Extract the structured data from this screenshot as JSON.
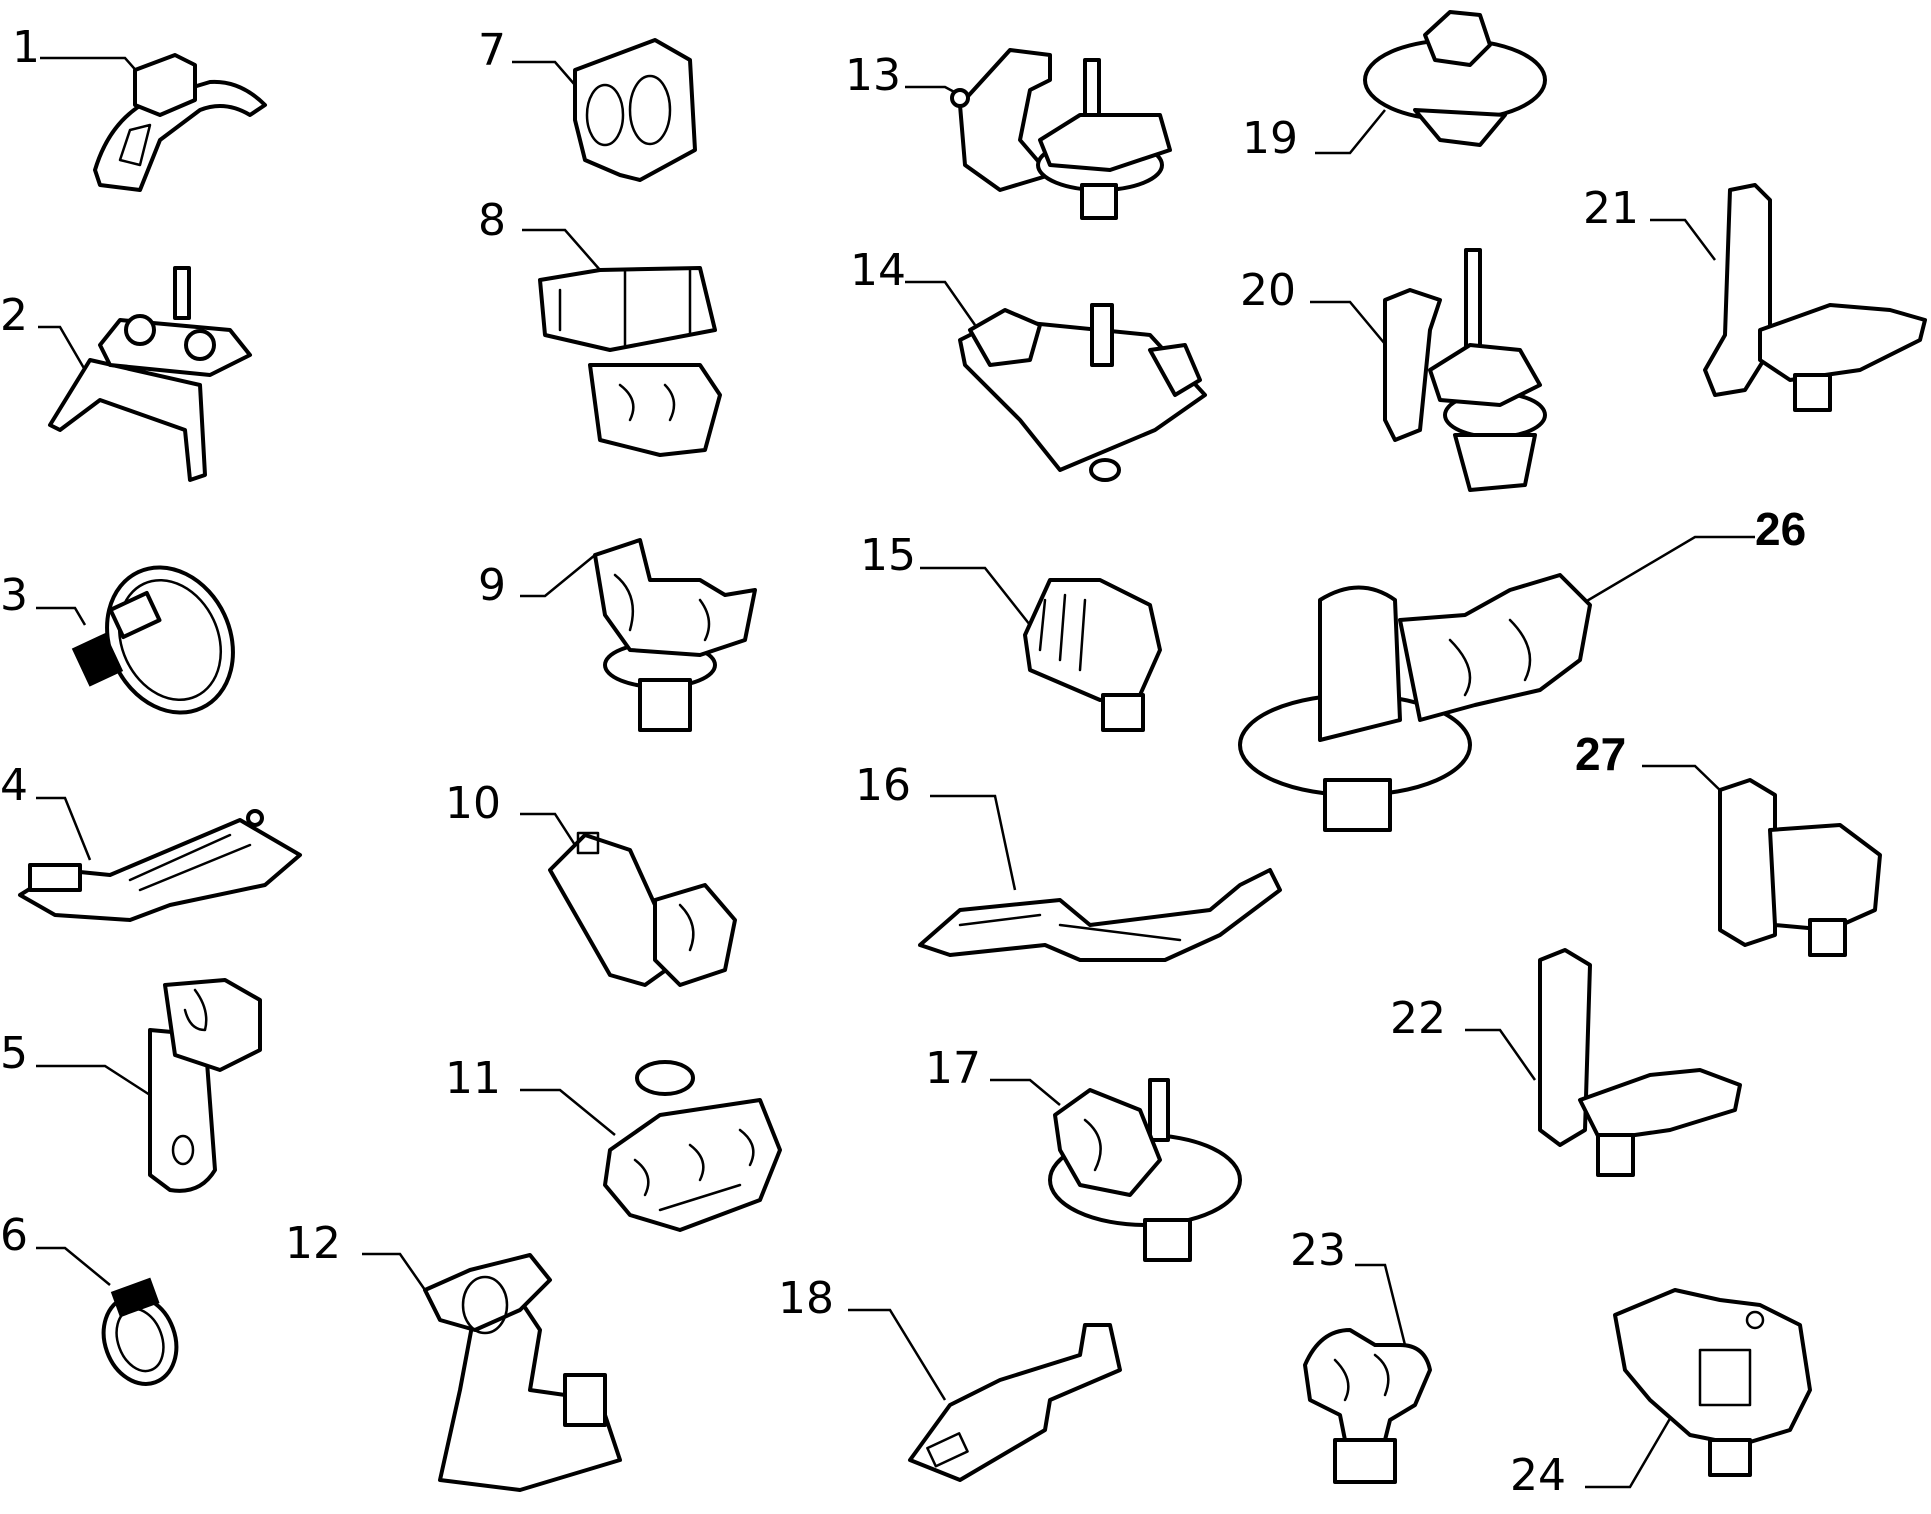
{
  "diagram": {
    "parts": [
      {
        "id": "1",
        "label": "1"
      },
      {
        "id": "2",
        "label": "2"
      },
      {
        "id": "3",
        "label": "3"
      },
      {
        "id": "4",
        "label": "4"
      },
      {
        "id": "5",
        "label": "5"
      },
      {
        "id": "6",
        "label": "6"
      },
      {
        "id": "7",
        "label": "7"
      },
      {
        "id": "8",
        "label": "8"
      },
      {
        "id": "9",
        "label": "9"
      },
      {
        "id": "10",
        "label": "10"
      },
      {
        "id": "11",
        "label": "11"
      },
      {
        "id": "12",
        "label": "12"
      },
      {
        "id": "13",
        "label": "13"
      },
      {
        "id": "14",
        "label": "14"
      },
      {
        "id": "15",
        "label": "15"
      },
      {
        "id": "16",
        "label": "16"
      },
      {
        "id": "17",
        "label": "17"
      },
      {
        "id": "18",
        "label": "18"
      },
      {
        "id": "19",
        "label": "19"
      },
      {
        "id": "20",
        "label": "20"
      },
      {
        "id": "21",
        "label": "21"
      },
      {
        "id": "22",
        "label": "22"
      },
      {
        "id": "23",
        "label": "23"
      },
      {
        "id": "24",
        "label": "24"
      },
      {
        "id": "26",
        "label": "26"
      },
      {
        "id": "27",
        "label": "27"
      }
    ]
  }
}
